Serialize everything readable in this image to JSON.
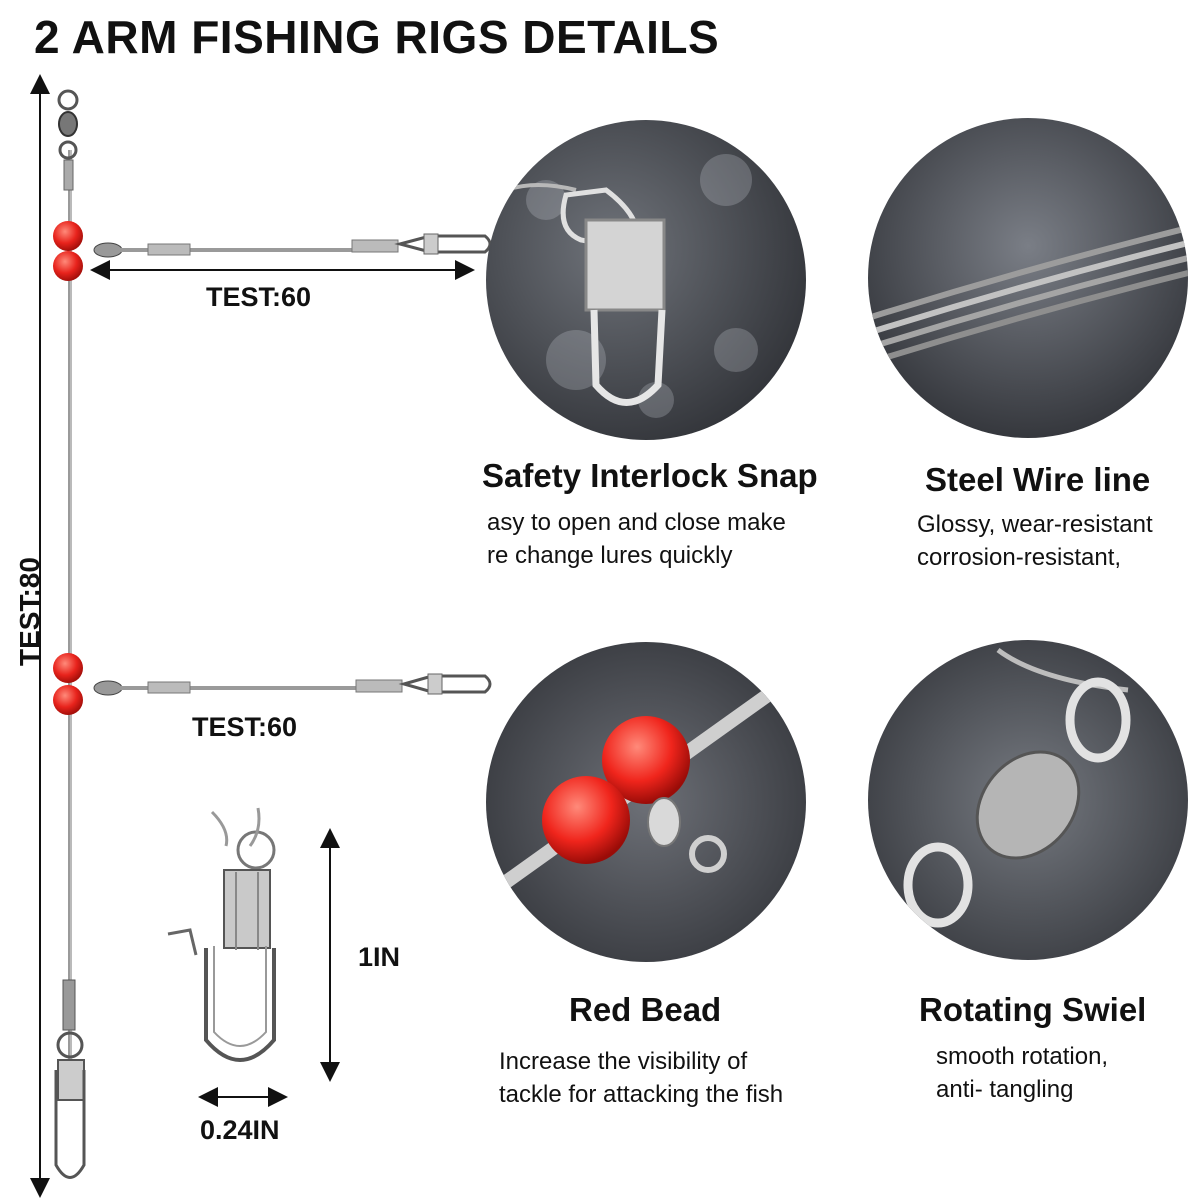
{
  "title": "2 ARM FISHING RIGS DETAILS",
  "rig": {
    "main_length": "TEST:80",
    "arm_top_length": "TEST:60",
    "arm_bottom_length": "TEST:60",
    "snap_height": "1IN",
    "snap_width": "0.24IN",
    "bead_color": "#e8231c",
    "wire_color": "#a8a8a8"
  },
  "features": [
    {
      "title": "Safety Interlock Snap",
      "desc": "asy to open and close make\nre change lures quickly"
    },
    {
      "title": "Steel Wire line",
      "desc": "Glossy, wear-resistant\ncorrosion-resistant,"
    },
    {
      "title": "Red Bead",
      "desc": "Increase the visibility of\ntackle for attacking the fish"
    },
    {
      "title": "Rotating Swiel",
      "desc": "smooth rotation,\n anti- tangling"
    }
  ]
}
